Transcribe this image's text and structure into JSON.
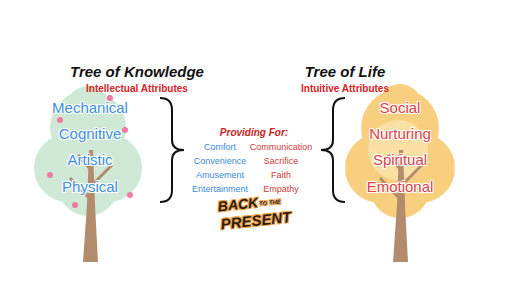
{
  "diagram": {
    "nodes": [
      {
        "text": [
          "Tree of Knowledge",
          "Intellectual Attributes",
          "Mechanical",
          "Cognitive",
          "Artistic",
          "Physical"
        ]
      },
      {
        "text": [
          "Tree of Life",
          "Intuitive Attributes",
          "Social",
          "Nurturing",
          "Spiritual",
          "Emotional"
        ]
      }
    ],
    "labels": [
      "Providing For:",
      "Comfort",
      "Communication",
      "Convenience",
      "Sacrifice",
      "Amusement",
      "Faith",
      "Entertainment",
      "Empathy",
      "BACK",
      "TO THE",
      "PRESENT"
    ]
  }
}
